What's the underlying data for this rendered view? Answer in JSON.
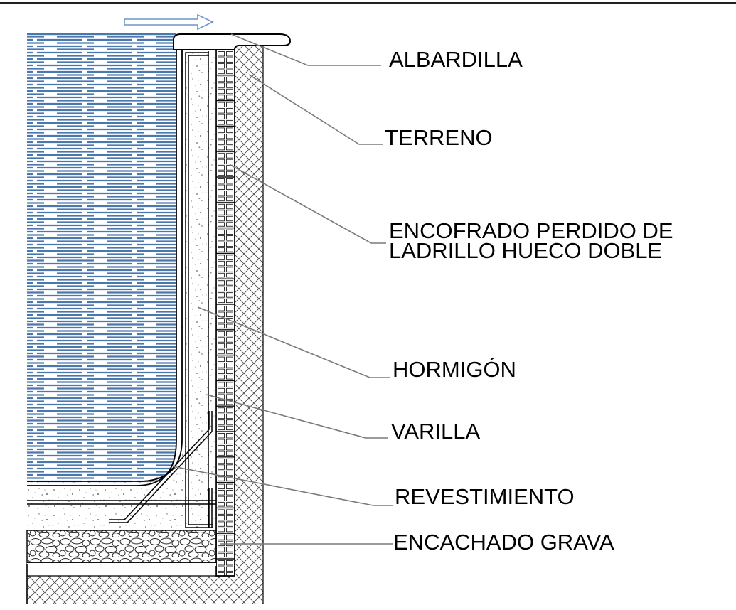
{
  "labels": {
    "albardilla": "ALBARDILLA",
    "terreno": "TERRENO",
    "encofrado_line1": "ENCOFRADO PERDIDO DE",
    "encofrado_line2": "LADRILLO HUECO DOBLE",
    "hormigon": "HORMIGÓN",
    "varilla": "VARILLA",
    "revestimiento": "REVESTIMIENTO",
    "encachado": "ENCACHADO GRAVA"
  },
  "icons": {
    "flow_arrow": "arrow-right-icon"
  },
  "colors": {
    "water": "#4a78ad",
    "water_arrow": "#6f95c6",
    "leader": "#7a7a7a",
    "line": "#000000"
  }
}
